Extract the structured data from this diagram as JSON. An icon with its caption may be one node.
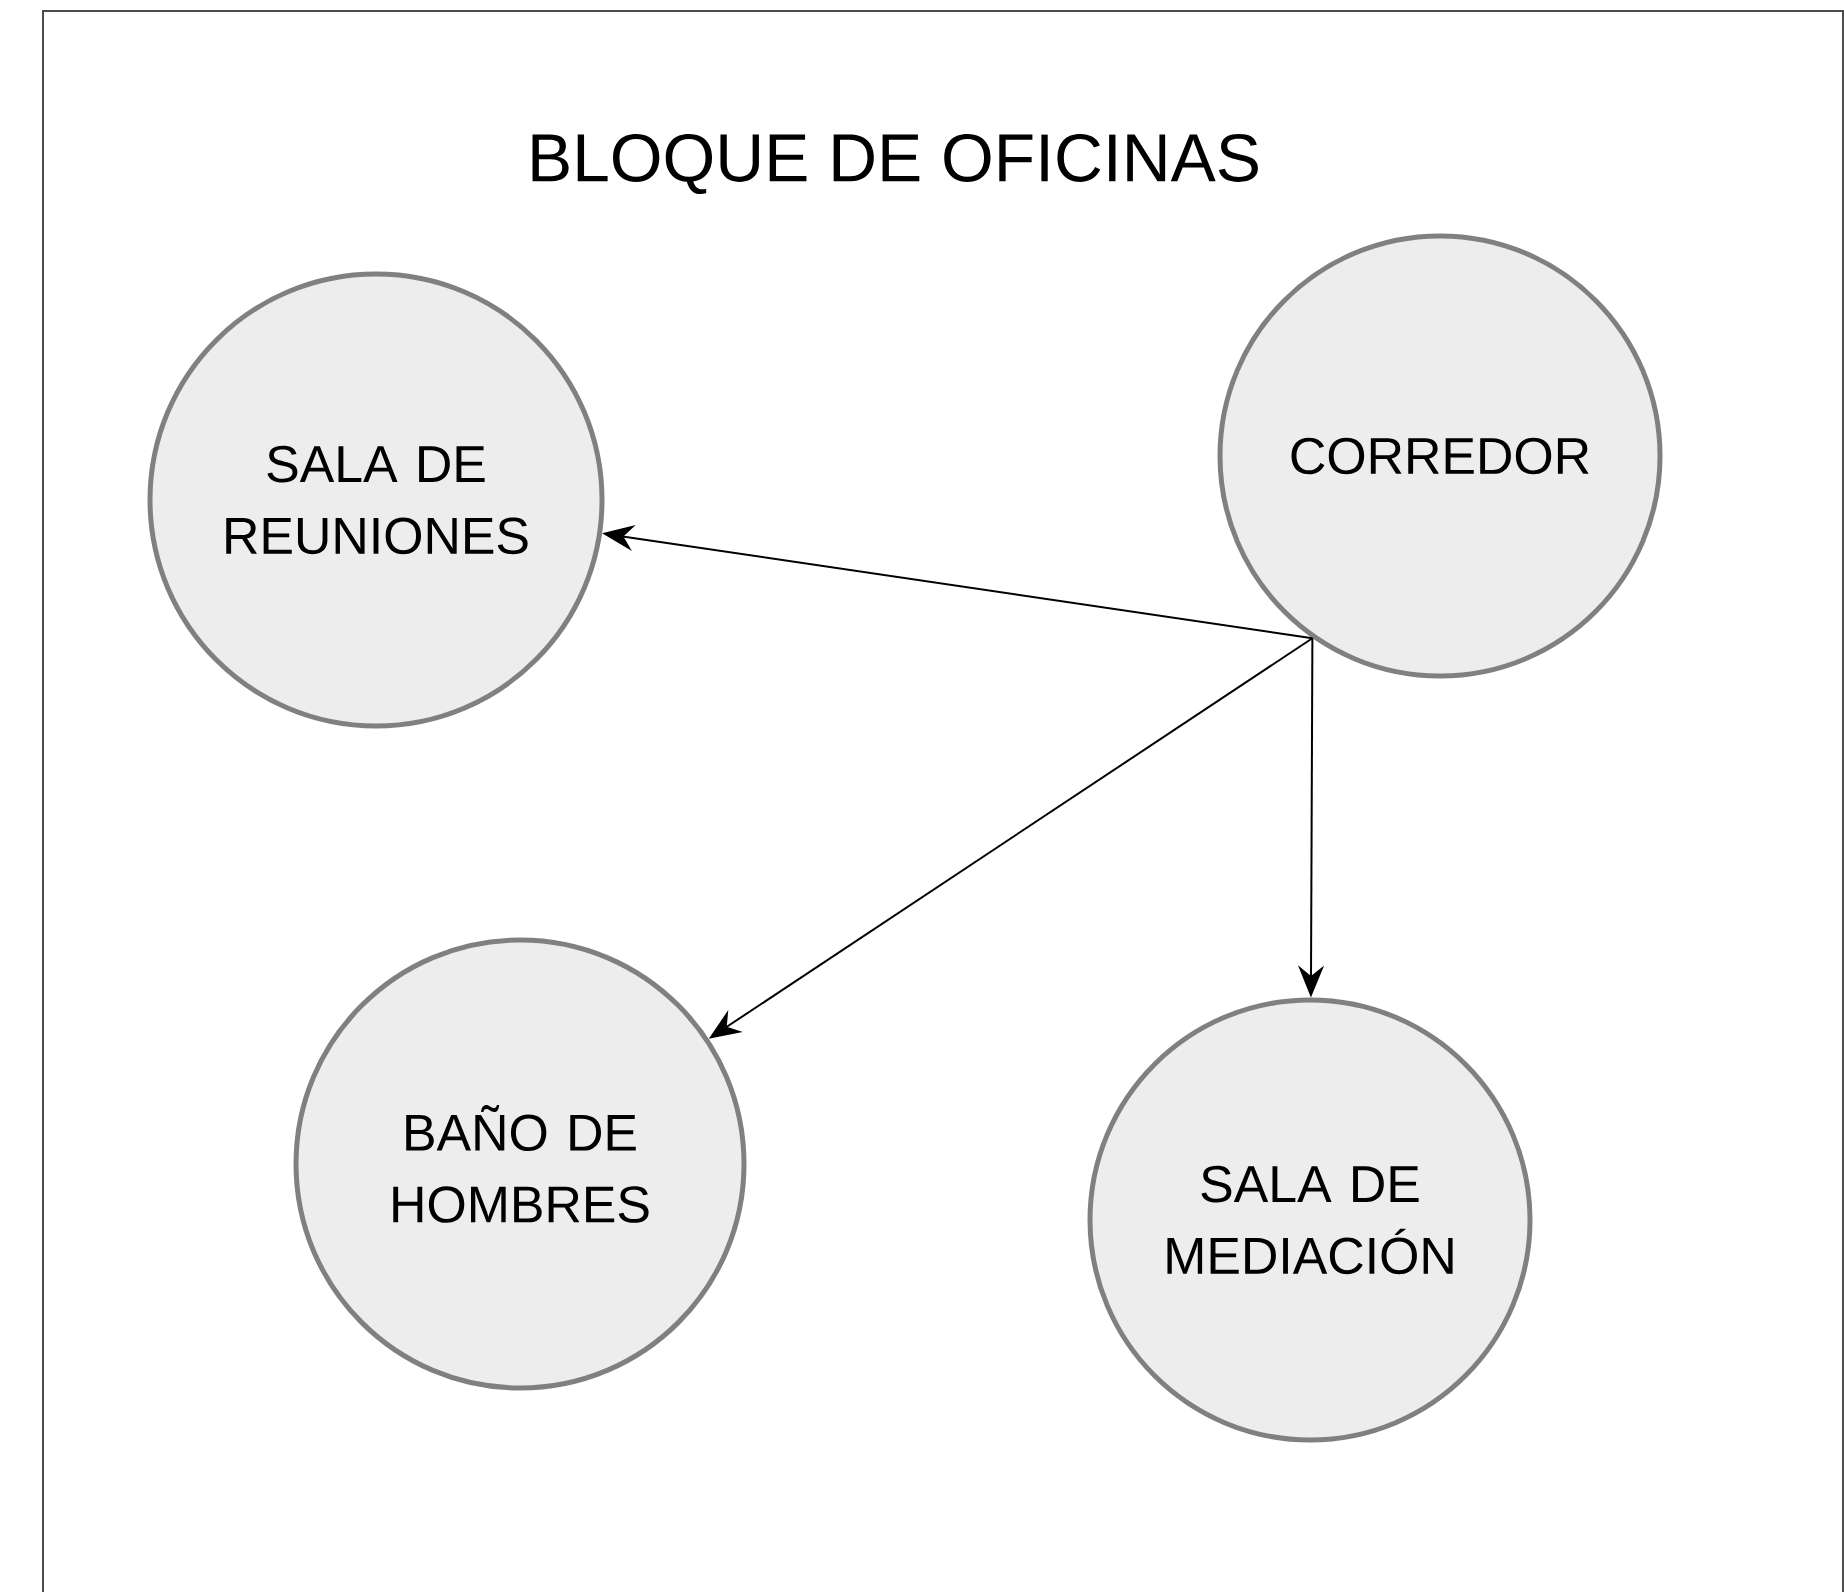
{
  "diagram": {
    "nodes": [
      {
        "text": [
          "BLOQUE DE OFICINAS"
        ]
      },
      {
        "text": [
          "CORREDOR"
        ],
        "in": 0
      },
      {
        "text": [
          "SALA DE REUNIONES"
        ],
        "in": 0
      },
      {
        "text": [
          "BAÑO DE HOMBRES"
        ],
        "in": 0
      },
      {
        "text": [
          "SALA DE MEDIACIÓN"
        ],
        "in": 0
      }
    ],
    "edges": [
      {
        "from": 1,
        "to": 2,
        "arrow": "to"
      },
      {
        "from": 1,
        "to": 3,
        "arrow": "to"
      },
      {
        "from": 1,
        "to": 4,
        "arrow": "to"
      }
    ]
  }
}
